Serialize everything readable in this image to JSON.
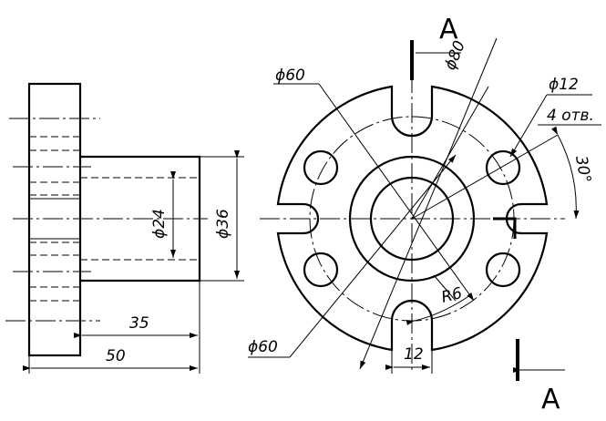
{
  "side_view": {
    "dim_length_inner": "35",
    "dim_length_total": "50",
    "dim_bore": "ϕ24",
    "dim_outer": "ϕ36"
  },
  "front_view": {
    "dim_flange_top": "ϕ60",
    "dim_flange_bottom": "ϕ60",
    "dim_hole_circle": "ϕ80",
    "dim_holes": "ϕ12",
    "dim_holes_count": "4 отв.",
    "dim_angle": "30°",
    "dim_radius": "R6",
    "dim_slot": "12"
  },
  "section": {
    "label_top": "A",
    "label_bottom": "A"
  }
}
